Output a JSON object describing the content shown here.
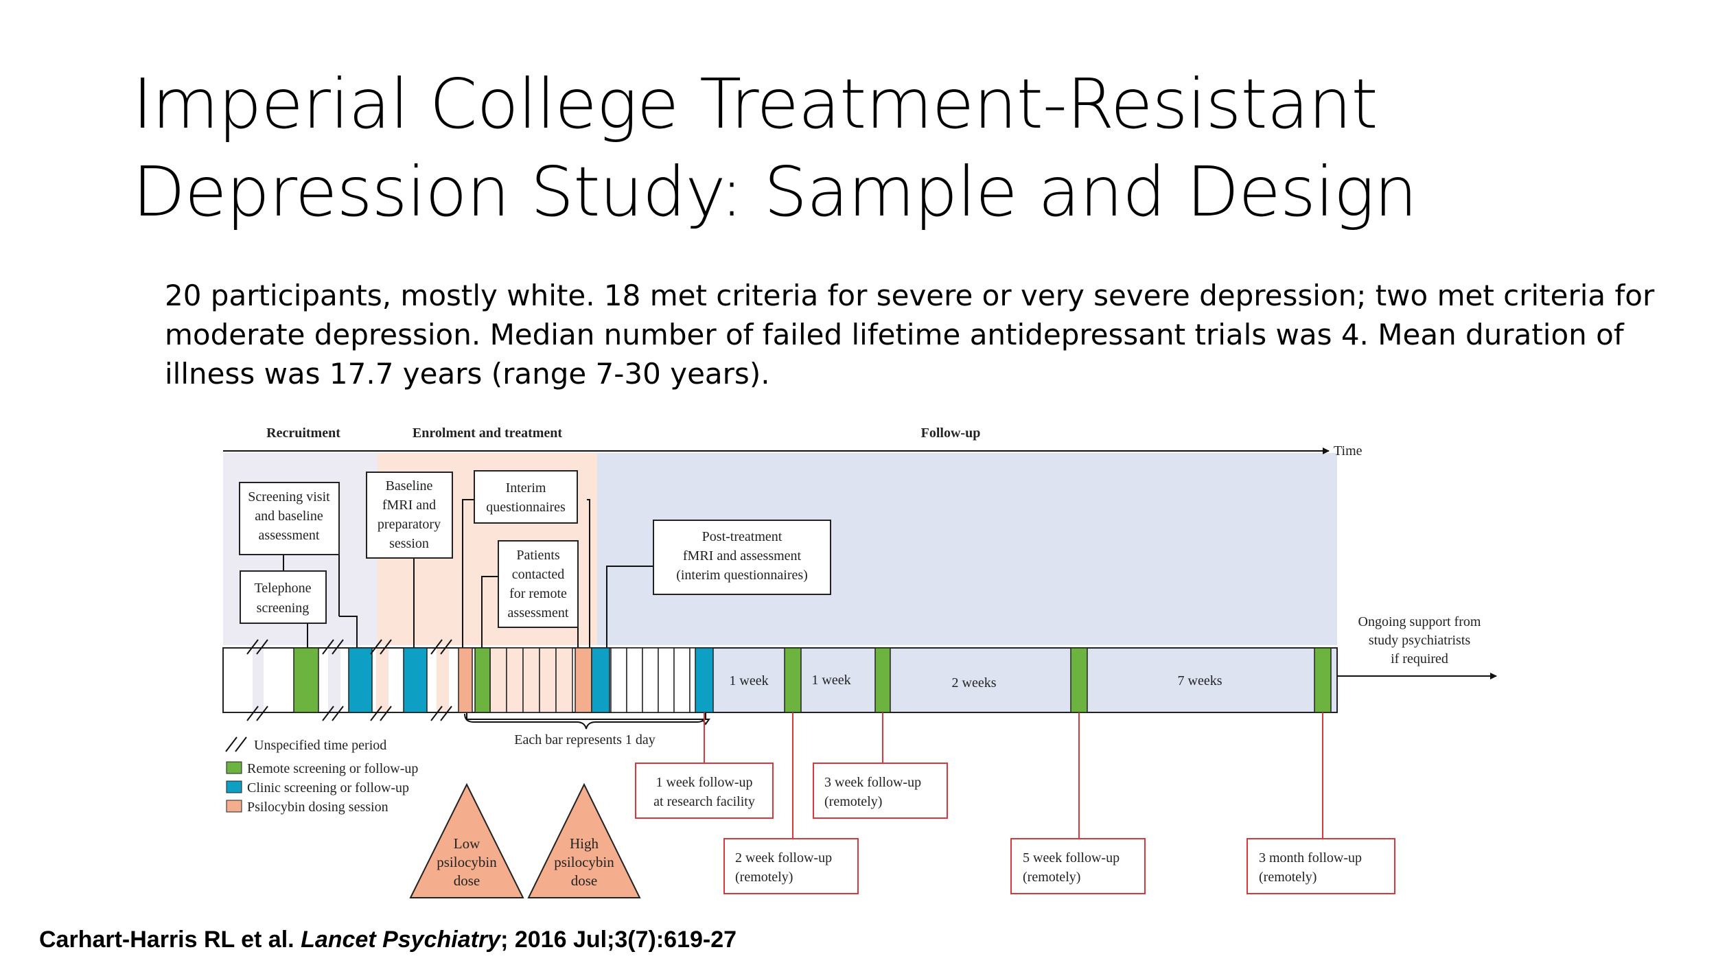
{
  "slide": {
    "title_line1": "Imperial College Treatment-Resistant",
    "title_line2": "Depression Study: Sample and Design",
    "body": "20 participants, mostly white. 18 met criteria for severe or very severe depression; two met criteria for moderate depression. Median number of failed lifetime antidepressant trials was 4. Mean duration of illness was 17.7 years (range 7-30 years).",
    "citation": {
      "authors": "Carhart-Harris RL et al.",
      "journal": "Lancet Psychiatry",
      "details": "; 2016 Jul;3(7):619-27"
    }
  },
  "diagram": {
    "phases": {
      "recruitment": "Recruitment",
      "enrolment": "Enrolment and treatment",
      "followup": "Follow-up",
      "time": "Time"
    },
    "boxes": {
      "screening_visit": [
        "Screening visit",
        "and baseline",
        "assessment"
      ],
      "telephone": [
        "Telephone",
        "screening"
      ],
      "baseline_fmri": [
        "Baseline",
        "fMRI and",
        "preparatory",
        "session"
      ],
      "interim_q": [
        "Interim",
        "questionnaires"
      ],
      "patients_contacted": [
        "Patients",
        "contacted",
        "for remote",
        "assessment"
      ],
      "post_treatment": [
        "Post-treatment",
        "fMRI and assessment",
        "(interim questionnaires)"
      ]
    },
    "intervals": {
      "week1a": "1 week",
      "week1b": "1 week",
      "weeks2": "2 weeks",
      "weeks7": "7 weeks"
    },
    "ongoing": [
      "Ongoing support from",
      "study psychiatrists",
      "if required"
    ],
    "brace_label": "Each bar represents 1 day",
    "legend": {
      "unspecified": "Unspecified time period",
      "remote": "Remote screening or follow-up",
      "clinic": "Clinic screening or follow-up",
      "dosing": "Psilocybin dosing session"
    },
    "doses": {
      "low": [
        "Low",
        "psilocybin",
        "dose"
      ],
      "high": [
        "High",
        "psilocybin",
        "dose"
      ]
    },
    "followups": {
      "fu_1week": [
        "1 week follow-up",
        "at research facility"
      ],
      "fu_3week": [
        "3 week follow-up",
        "(remotely)"
      ],
      "fu_2week": [
        "2 week follow-up",
        "(remotely)"
      ],
      "fu_5week": [
        "5 week follow-up",
        "(remotely)"
      ],
      "fu_3month": [
        "3 month follow-up",
        "(remotely)"
      ]
    },
    "colors": {
      "green": "#6db33f",
      "blue": "#0e9fc4",
      "salmon": "#f4ae8e",
      "recruit_bg": "#ecebf3",
      "enrol_bg": "#fde4d8",
      "follow_bg": "#dde3f0",
      "red": "#d9363e"
    }
  }
}
